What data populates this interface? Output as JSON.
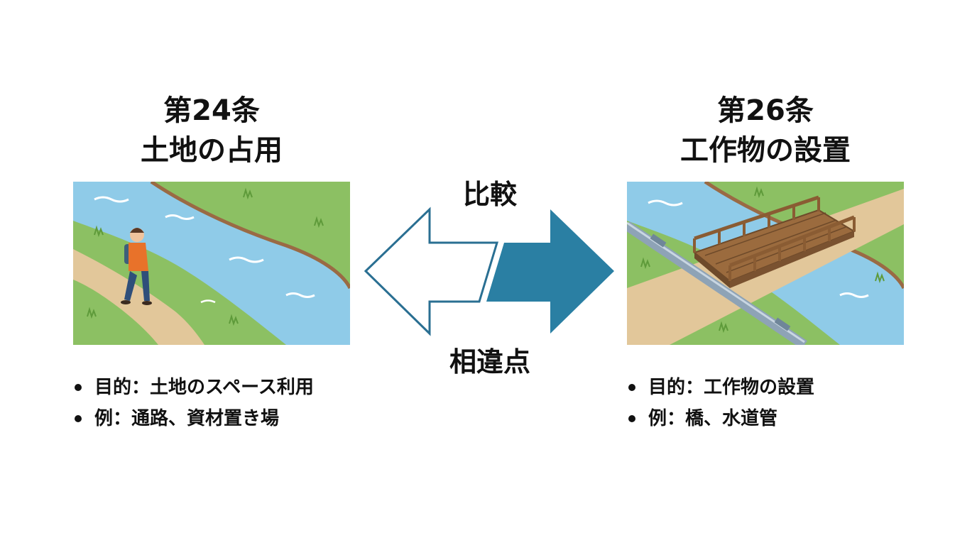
{
  "left": {
    "title_line1": "第24条",
    "title_line2": "土地の占用",
    "bullets": [
      "目的：土地のスペース利用",
      "例：通路、資材置き場"
    ]
  },
  "center": {
    "top_label": "比較",
    "bottom_label": "相違点",
    "colors": {
      "arrow_fill": "#2a7fa3",
      "arrow_outline": "#2a6f92"
    }
  },
  "right": {
    "title_line1": "第26条",
    "title_line2": "工作物の設置",
    "bullets": [
      "目的：工作物の設置",
      "例：橋、水道管"
    ]
  },
  "colors": {
    "river": "#8fcbe8",
    "grass": "#8cc063",
    "path": "#e2c79a",
    "bank": "#9a6a44",
    "person_shirt": "#e8722a",
    "bridge": "#9b6b3e",
    "pipe": "#8ea3b6"
  }
}
